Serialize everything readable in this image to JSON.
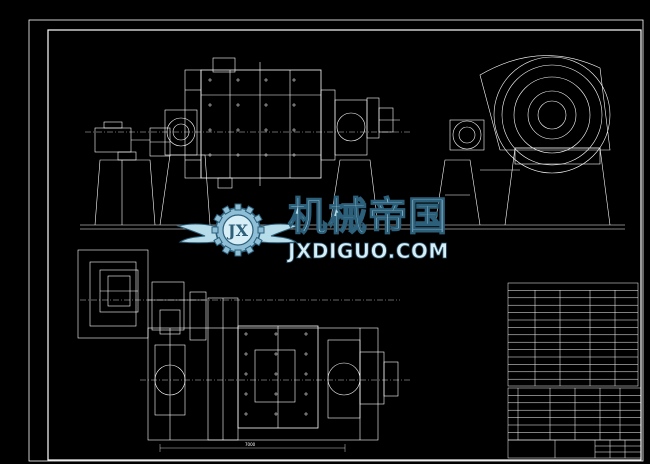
{
  "watermark": {
    "chinese": "机械帝国",
    "url": "JXDIGUO.COM",
    "logo_letters": "JX"
  },
  "colors": {
    "background": "#000000",
    "lines": "#ffffff",
    "watermark_fill": "#b7dcea",
    "watermark_dark": "#2c5f7a"
  },
  "dimensions": {
    "plan_length": "7000"
  }
}
